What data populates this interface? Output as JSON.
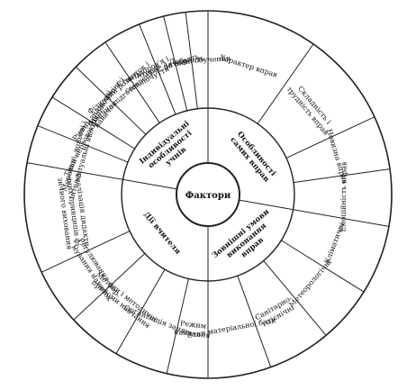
{
  "center_label": "Фактори",
  "groups": [
    {
      "id": "exercise",
      "label": [
        "Особливості",
        "самих вправ"
      ]
    },
    {
      "id": "environment",
      "label": [
        "Зовнішні умови",
        "виконання",
        "вправ"
      ]
    },
    {
      "id": "teacher",
      "label": [
        "Дії вчителя"
      ]
    },
    {
      "id": "individual",
      "label": [
        "Індивідуальні",
        "особливості",
        "учнів"
      ]
    }
  ],
  "outer": [
    {
      "group": "exercise",
      "lines": [
        "Характер вправ"
      ]
    },
    {
      "group": "exercise",
      "lines": [
        "Складність і",
        "трудність вправ"
      ]
    },
    {
      "group": "exercise",
      "lines": [
        "Новизна вправ"
      ]
    },
    {
      "group": "exercise",
      "lines": [
        "Емоційність вправ"
      ]
    },
    {
      "group": "environment",
      "lines": [
        "Кліматичні"
      ]
    },
    {
      "group": "environment",
      "lines": [
        "Метеорологічні"
      ]
    },
    {
      "group": "environment",
      "lines": [
        "Санітарно-",
        "гігієнічні"
      ]
    },
    {
      "group": "environment",
      "lines": [
        "Стан матеріальної бази"
      ]
    },
    {
      "group": "teacher",
      "lines": [
        "Режим",
        "навчання"
      ]
    },
    {
      "group": "teacher",
      "lines": [
        "Організація занять"
      ]
    },
    {
      "group": "teacher",
      "lines": [
        "Методи і методичні",
        "прийоми навчання"
      ]
    },
    {
      "group": "teacher",
      "lines": [
        "Регулювання фор-",
        "мування навичок"
      ]
    },
    {
      "group": "teacher",
      "lines": [
        "Реалізація дидакти-",
        "чних принципів фі-",
        "зичного виховання"
      ]
    },
    {
      "group": "individual",
      "lines": [
        "Моральні, вольові і",
        "інтелектуальні якості"
      ]
    },
    {
      "group": "individual",
      "lines": [
        "Типи нервової діяльності"
      ]
    },
    {
      "group": "individual",
      "lines": [
        "Рівень знань, умінь і",
        "навичок"
      ]
    },
    {
      "group": "individual",
      "lines": [
        "Фізичний розвиток і",
        "фізична підготовленість"
      ]
    },
    {
      "group": "individual",
      "lines": [
        "Стан здоров'я і",
        "самопочуття"
      ]
    },
    {
      "group": "individual",
      "lines": [
        "Інтерес до занять"
      ]
    },
    {
      "group": "individual",
      "lines": [
        "Активність"
      ]
    },
    {
      "group": "individual",
      "lines": [
        "Добре обучення"
      ]
    }
  ]
}
